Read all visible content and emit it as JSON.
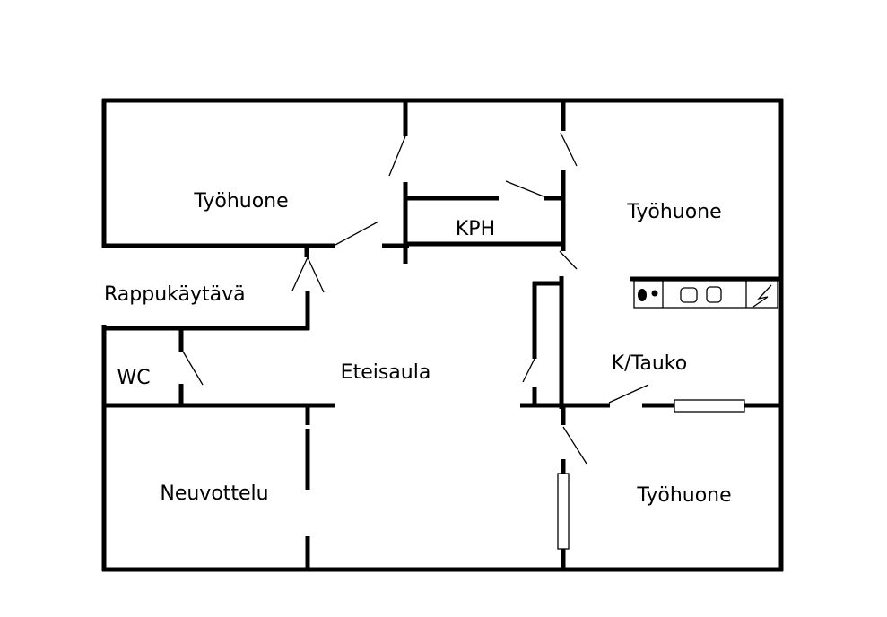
{
  "rooms": {
    "tyohuone_nw": "Työhuone",
    "tyohuone_ne": "Työhuone",
    "kph": "KPH",
    "rappukaytava": "Rappukäytävä",
    "wc": "WC",
    "eteisaula": "Eteisaula",
    "k_tauko": "K/Tauko",
    "neuvottelu": "Neuvottelu",
    "tyohuone_se": "Työhuone"
  }
}
